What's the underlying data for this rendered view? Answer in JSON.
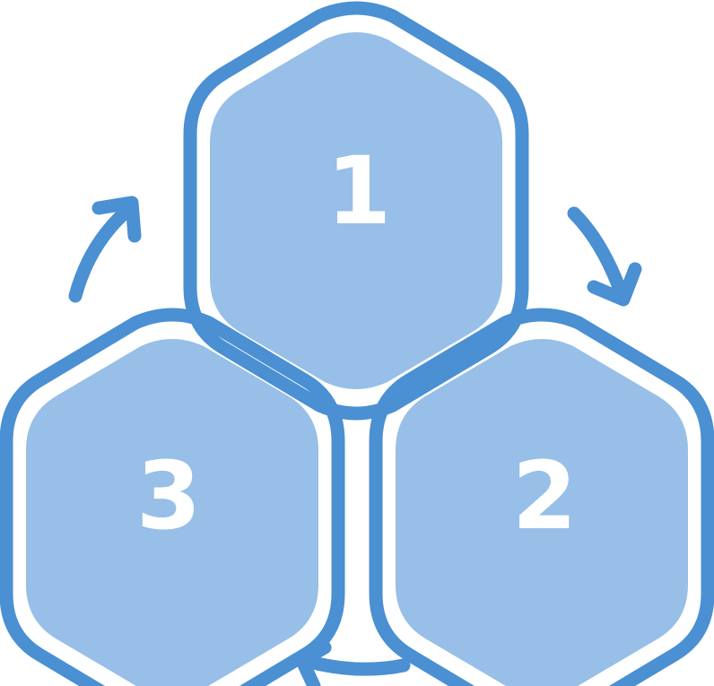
{
  "colors": {
    "outline": "#4A90D2",
    "fill": "#97BFE7",
    "label": "#FFFFFF",
    "background": "#FFFFFF"
  },
  "steps": [
    {
      "label": "1"
    },
    {
      "label": "2"
    },
    {
      "label": "3"
    }
  ],
  "arrows": [
    {
      "from": "1",
      "to": "2"
    },
    {
      "from": "2",
      "to": "3"
    },
    {
      "from": "3",
      "to": "1"
    }
  ]
}
